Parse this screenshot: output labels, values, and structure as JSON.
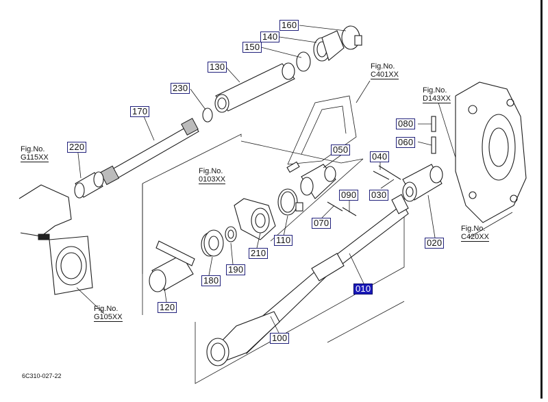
{
  "callouts": {
    "p010": "010",
    "p020": "020",
    "p030": "030",
    "p040": "040",
    "p050": "050",
    "p060": "060",
    "p070": "070",
    "p080": "080",
    "p090": "090",
    "p100": "100",
    "p110": "110",
    "p120": "120",
    "p130": "130",
    "p140": "140",
    "p150": "150",
    "p160": "160",
    "p170": "170",
    "p180": "180",
    "p190": "190",
    "p210": "210",
    "p220": "220",
    "p230": "230"
  },
  "selected_part": "010",
  "figure_refs": {
    "c401": {
      "label": "Fig.No.",
      "code": "C401XX"
    },
    "d143": {
      "label": "Fig.No.",
      "code": "D143XX"
    },
    "o103": {
      "label": "Fig.No.",
      "code": "0103XX"
    },
    "g115": {
      "label": "Fig.No.",
      "code": "G115XX"
    },
    "c420": {
      "label": "Fig.No.",
      "code": "C420XX"
    },
    "g105": {
      "label": "Fig.No.",
      "code": "G105XX"
    }
  },
  "drawing_code": "6C310-027-22",
  "colors": {
    "highlight": "#1a1ab8",
    "line": "#1a1a1a"
  }
}
